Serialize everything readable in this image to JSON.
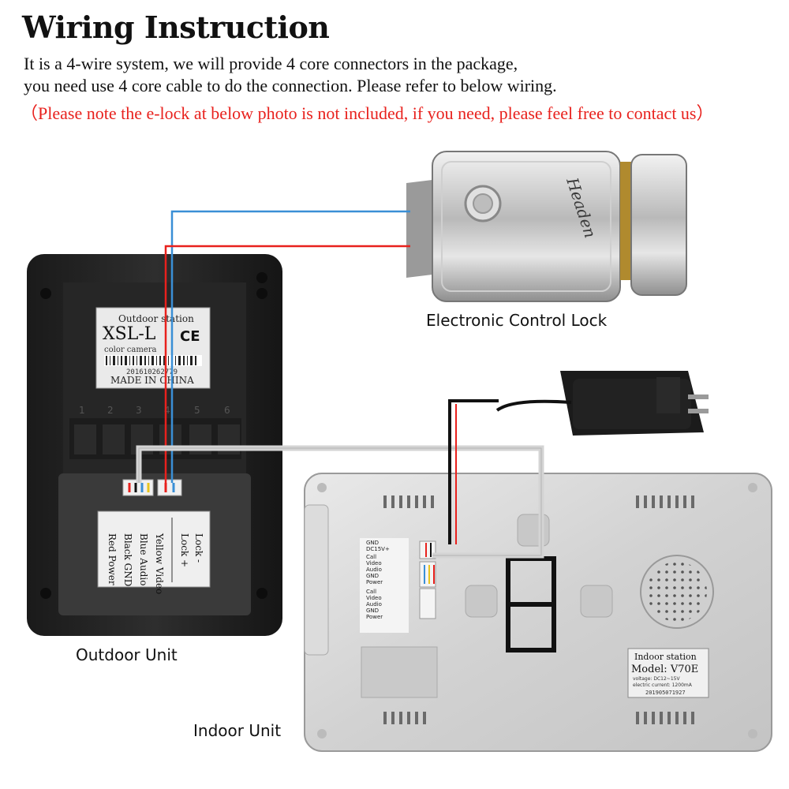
{
  "header": {
    "title": "Wiring Instruction",
    "line1": "It is a 4-wire system, we will provide 4 core connectors in the package,",
    "line2": "you need use 4 core cable to do the connection. Please refer to below wiring.",
    "note": "（Please note the e-lock at below photo is not included, if you need, please feel free to contact us）"
  },
  "captions": {
    "lock": "Electronic Control Lock",
    "outdoor": "Outdoor Unit",
    "indoor": "Indoor Unit"
  },
  "outdoor_label": {
    "line1": "Outdoor station",
    "model": "XSL-L",
    "ce": "CE",
    "sub": "color camera",
    "serial": "201610262779",
    "made": "MADE IN CHINA"
  },
  "terminals": [
    "1",
    "2",
    "3",
    "4",
    "5",
    "6"
  ],
  "outdoor_wiring": {
    "col1": "Red Power",
    "col2": "Black GND",
    "col3": "Blue Audio",
    "col4": "Yellow Video",
    "lock_plus": "Lock +",
    "lock_minus": "Lock -"
  },
  "indoor_label": {
    "line1": "Indoor station",
    "model": "Model: V70E",
    "voltage": "voltage: DC12~15V",
    "current": "electric current: 1200mA",
    "serial": "201905071927"
  },
  "indoor_ports": [
    "GND",
    "DC15V+",
    "Call",
    "Video",
    "Audio",
    "GND",
    "Power",
    "Call",
    "Video",
    "Audio",
    "GND",
    "Power"
  ],
  "lock_brand": "Headen",
  "colors": {
    "red": "#e8211d",
    "blue": "#3a8fd6",
    "cable_gray": "#d4d4d4",
    "black": "#111111"
  }
}
